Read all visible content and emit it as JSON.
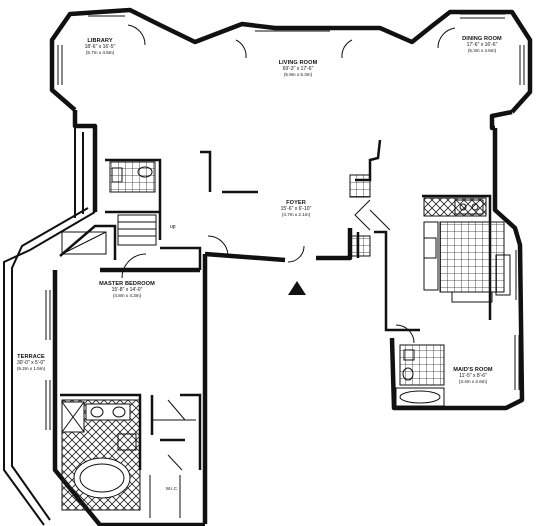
{
  "colors": {
    "ink": "#111111",
    "paper": "#ffffff",
    "hatch": "#222222"
  },
  "rooms": {
    "library": {
      "name": "LIBRARY",
      "dim": "18'-6\" x 16'-5\"",
      "metric": "(5.7m x 4.6m)"
    },
    "living_room": {
      "name": "LIVING ROOM",
      "dim": "69'-3\" x 17'-6\"",
      "metric": "(5.9m x 5.3m)"
    },
    "dining_room": {
      "name": "DINING ROOM",
      "dim": "17'-6\" x 16'-6\"",
      "metric": "(5.3m x 4.5m)"
    },
    "foyer": {
      "name": "FOYER",
      "dim": "15'-6\" x 6'-10\"",
      "metric": "(4.7m x 2.1m)"
    },
    "master_bedroom": {
      "name": "MASTER BEDROOM",
      "dim": "15'-8\" x 14'-0\"",
      "metric": "(4.8m x 4.3m)"
    },
    "maids_room": {
      "name": "MAID'S ROOM",
      "dim": "11'-5\" x 8'-6\"",
      "metric": "(3.4m x 2.6m)"
    },
    "terrace": {
      "name": "TERRACE",
      "dim": "30'-0\" x 5'-0\"",
      "metric": "(9.2m x 1.5m)"
    }
  },
  "annotations": {
    "up": "up",
    "wic": "W.I.C."
  },
  "icons": {
    "entry": "entry-arrow-icon"
  }
}
